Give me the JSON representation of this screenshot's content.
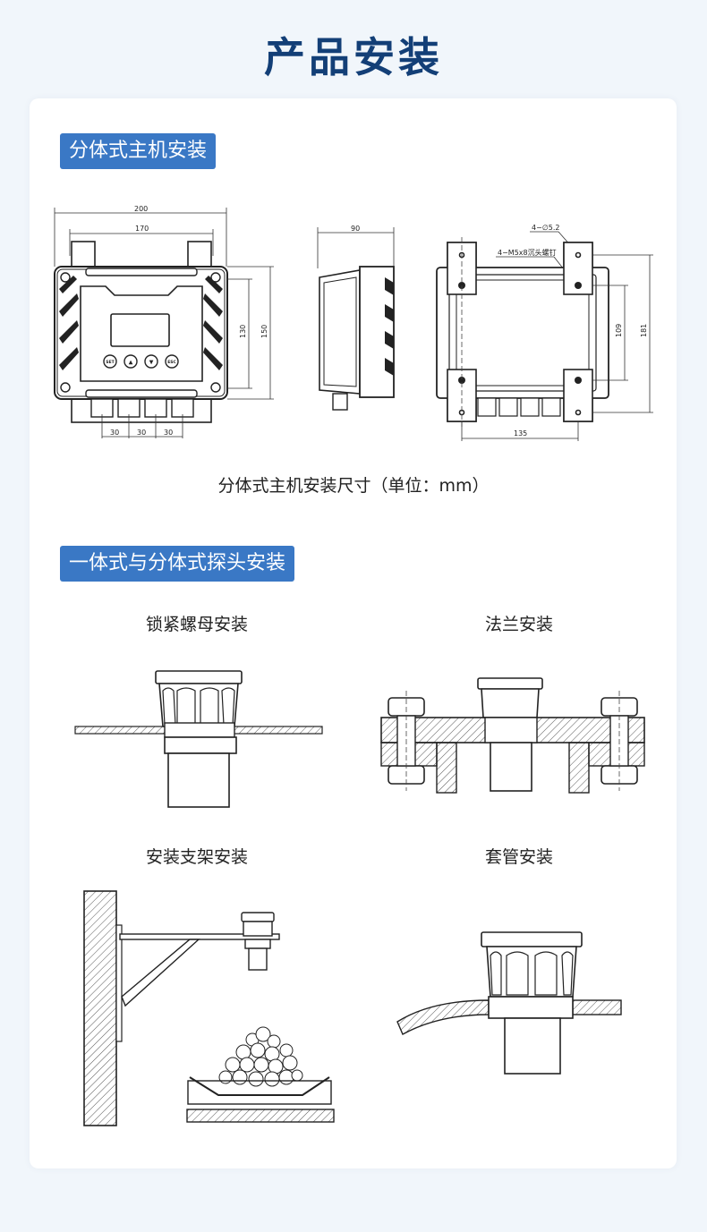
{
  "page": {
    "title": "产品安装"
  },
  "section1": {
    "tag": "分体式主机安装",
    "caption": "分体式主机安装尺寸（单位：mm）",
    "dims": {
      "w200": "200",
      "w170": "170",
      "h130": "130",
      "h150": "150",
      "s1": "30",
      "s2": "30",
      "s3": "30",
      "d90": "90",
      "hole": "4−∅5.2",
      "screw": "4−M5x8沉头螺钉",
      "h109": "109",
      "h181": "181",
      "w135": "135"
    },
    "buttons": [
      "SET",
      "▲",
      "▼",
      "ESC"
    ]
  },
  "section2": {
    "tag": "一体式与分体式探头安装",
    "items": [
      {
        "label": "锁紧螺母安装"
      },
      {
        "label": "法兰安装"
      },
      {
        "label": "安装支架安装"
      },
      {
        "label": "套管安装"
      }
    ]
  },
  "colors": {
    "accent": "#3a78c5",
    "title": "#133f77",
    "background": "#f1f6fb"
  }
}
